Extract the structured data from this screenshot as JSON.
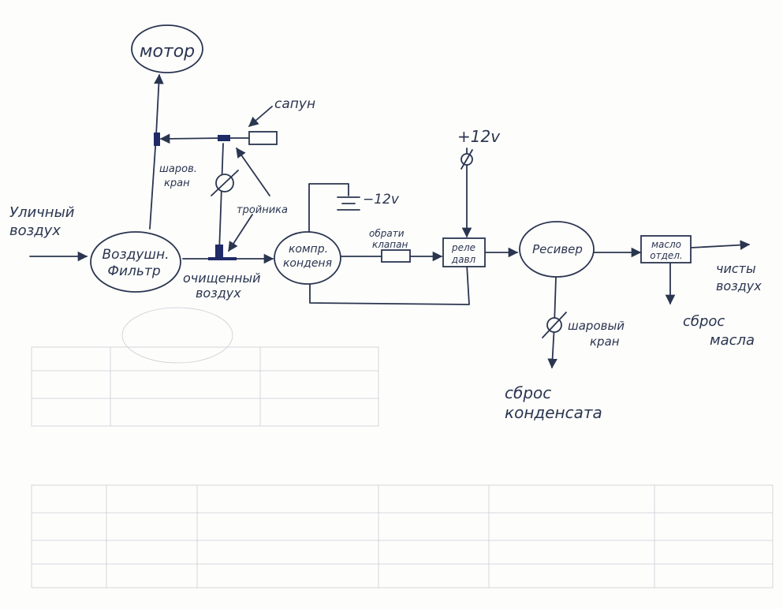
{
  "colors": {
    "ink": "#2a3550",
    "paper": "#fdfdfb",
    "marker": "#1f2a66"
  },
  "nodes": {
    "motor": "мотор",
    "air_filter_l1": "Воздушн.",
    "air_filter_l2": "Фильтр",
    "compressor_l1": "компр.",
    "compressor_l2": "конденя",
    "relay_l1": "реле",
    "relay_l2": "давл",
    "receiver": "Ресивер",
    "oil_separator_l1": "масло",
    "oil_separator_l2": "отдел."
  },
  "labels": {
    "breather": "сапун",
    "ball_valve_top_l1": "шаров.",
    "ball_valve_top_l2": "кран",
    "tee": "тройника",
    "minus_12v": "−12v",
    "plus_12v": "+12v",
    "outside_air_l1": "Уличный",
    "outside_air_l2": "воздух",
    "cleaned_air_l1": "очищенный",
    "cleaned_air_l2": "воздух",
    "check_valve_l1": "обрати",
    "check_valve_l2": "клапан",
    "ball_valve_bottom_l1": "шаровый",
    "ball_valve_bottom_l2": "кран",
    "condensate_drain_l1": "сброс",
    "condensate_drain_l2": "конденсата",
    "oil_drain_l1": "сброс",
    "oil_drain_l2": "масла",
    "clean_air_l1": "чисты",
    "clean_air_l2": "воздух"
  }
}
